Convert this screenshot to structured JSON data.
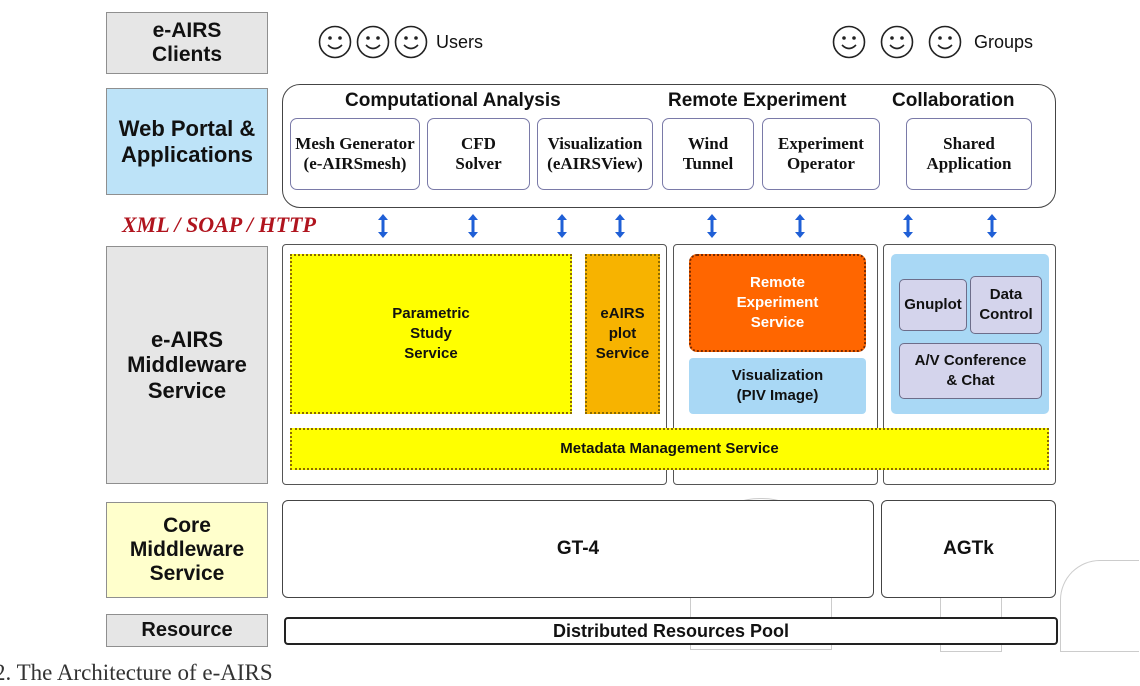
{
  "clients": {
    "label": "e-AIRS Clients",
    "users": "Users",
    "groups": "Groups"
  },
  "portal": {
    "label": "Web Portal & Applications",
    "sections": {
      "computational": "Computational Analysis",
      "remote": "Remote Experiment",
      "collaboration": "Collaboration"
    },
    "apps": [
      "Mesh Generator (e-AIRSmesh)",
      "CFD Solver",
      "Visualization (eAIRSView)",
      "Wind Tunnel",
      "Experiment Operator",
      "Shared Application"
    ]
  },
  "protocol": "XML / SOAP / HTTP",
  "middleware": {
    "label": "e-AIRS Middleware Service",
    "parametric": "Parametric Study Service",
    "plot": "eAIRS plot Service",
    "remote_exp": "Remote Experiment Service",
    "visualization": "Visualization (PIV Image)",
    "gnuplot": "Gnuplot",
    "data_control": "Data Control",
    "av_conf": "A/V Conference & Chat",
    "metadata": "Metadata Management Service"
  },
  "core": {
    "label": "Core Middleware Service",
    "gt4": "GT-4",
    "agtk": "AGTk"
  },
  "resource": {
    "label": "Resource",
    "pool": "Distributed Resources Pool"
  },
  "caption": "2. The Architecture of e-AIRS",
  "colors": {
    "yellow": "#ffff00",
    "orange": "#f7b300",
    "red_orange": "#ff6600",
    "light_blue": "#a9d8f5",
    "lavender": "#d4d4ec",
    "protocol_red": "#b0141e",
    "arrow_blue": "#1f5fd6"
  }
}
